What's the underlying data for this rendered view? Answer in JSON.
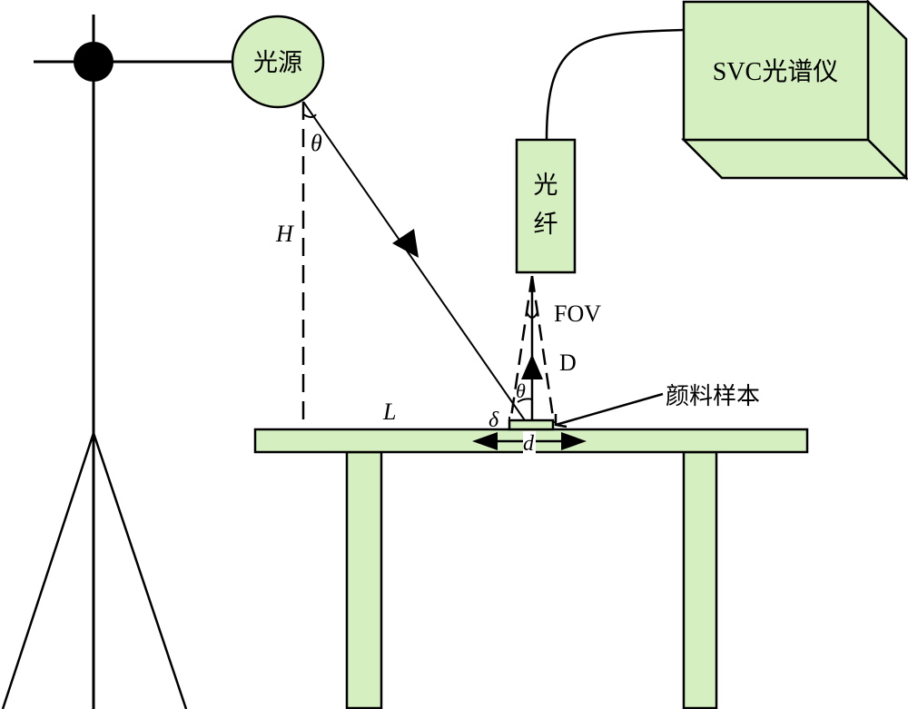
{
  "colors": {
    "component_fill": "#d5efc0",
    "stroke": "#000000",
    "background": "#ffffff"
  },
  "labels": {
    "light_source": "光源",
    "fiber_line1": "光",
    "fiber_line2": "纤",
    "spectrometer": "SVC光谱仪",
    "pigment_sample": "颜料样本",
    "fov": "FOV",
    "distance_D": "D",
    "height_H": "H",
    "length_L": "L",
    "theta_source": "θ",
    "theta_sample": "θ",
    "delta": "δ",
    "diameter_d": "d"
  }
}
